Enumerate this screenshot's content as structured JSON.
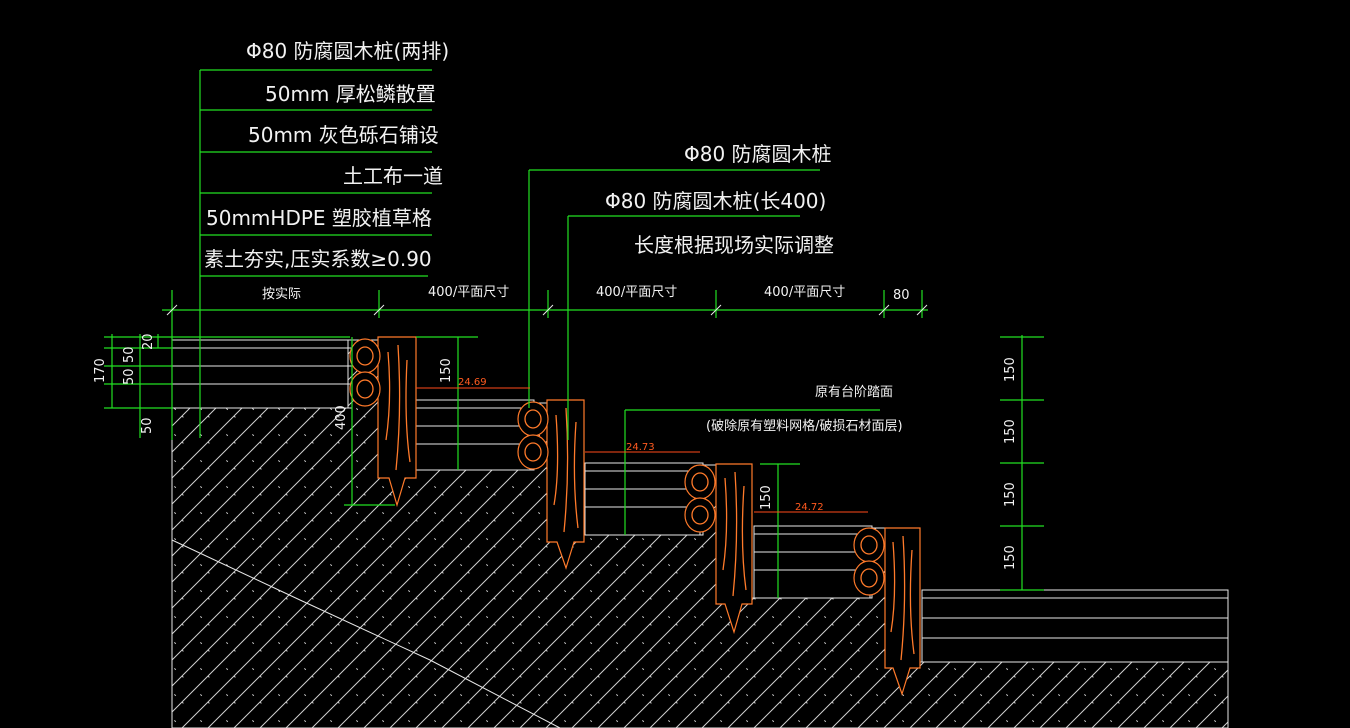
{
  "left_callout": {
    "rows": [
      "Φ80  防腐圆木桩(两排)",
      "50mm   厚松鳞散置",
      "50mm   灰色砾石铺设",
      "土工布一道",
      "50mmHDPE     塑胶植草格",
      "素土夯实,压实系数≥0.90"
    ]
  },
  "right_callout": {
    "line1": "Φ80  防腐圆木桩",
    "line2": "Φ80  防腐圆木桩(长400)",
    "line3": "长度根据现场实际调整"
  },
  "dimensions": {
    "top": [
      "按实际",
      "400/平面尺寸",
      "400/平面尺寸",
      "400/平面尺寸",
      "80"
    ],
    "left_total": "170",
    "left_layers": [
      "20",
      "50",
      "50",
      "50"
    ],
    "pile_length": "400",
    "step_rise_a": "150",
    "step_rise_b": "150",
    "right_rises": [
      "150",
      "150",
      "150",
      "150"
    ],
    "slopes": [
      "24.69",
      "24.73",
      "24.72"
    ]
  },
  "notes": {
    "existing_surface": "原有台阶踏面",
    "remove_note": "(破除原有塑料网格/破损石材面层)"
  },
  "colors": {
    "background": "#000000",
    "leader_lines": "#22e022",
    "piles": "#ff7a2a",
    "text": "#f2f2f2",
    "slope_dims": "#ff5a1f"
  }
}
